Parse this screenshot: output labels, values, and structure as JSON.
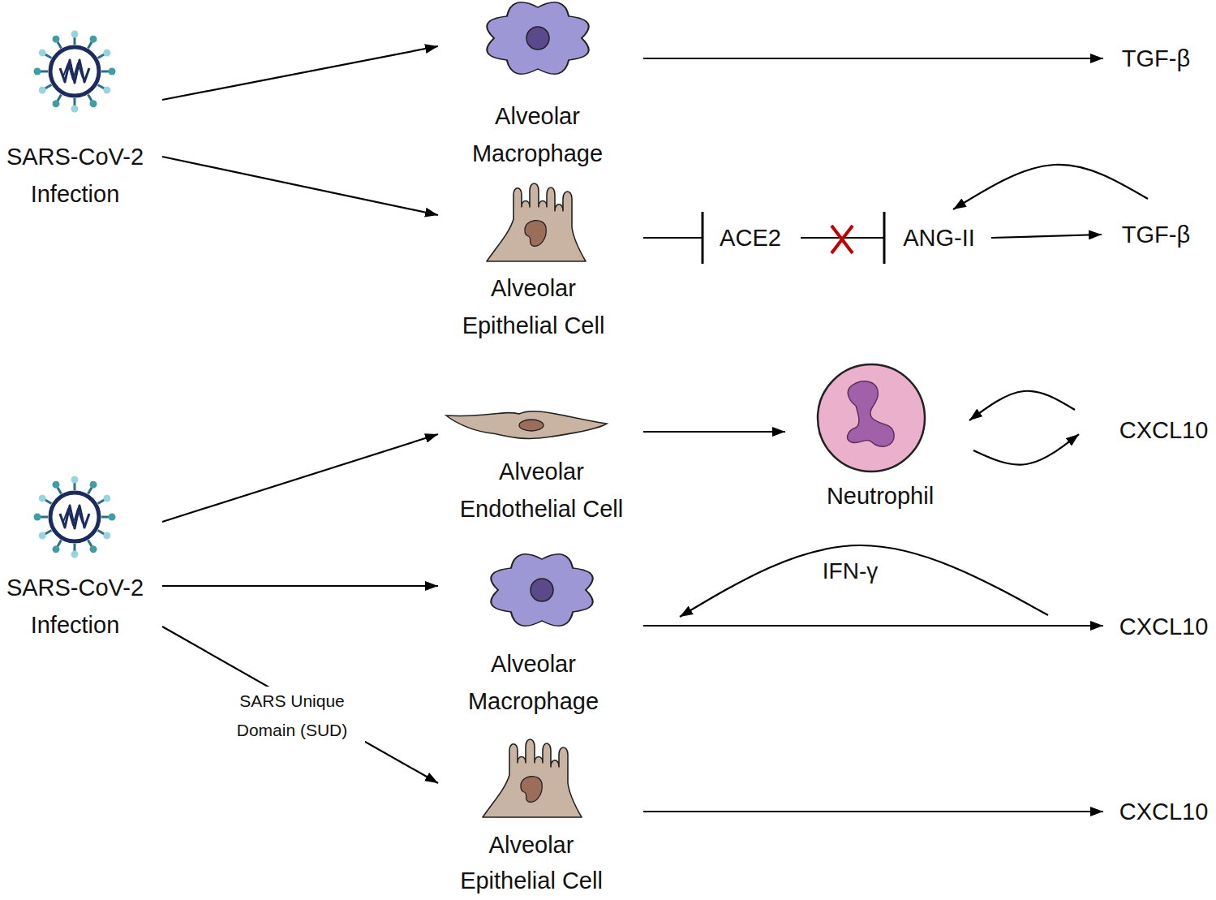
{
  "diagram": {
    "nodes": [
      {
        "text": [
          "SARS-CoV-2 Infection"
        ]
      },
      {
        "text": [
          "Alveolar Macrophage"
        ]
      },
      {
        "text": [
          "TGF-β"
        ]
      },
      {
        "text": [
          "Alveolar Epithelial Cell"
        ]
      },
      {
        "text": [
          "ACE2"
        ]
      },
      {
        "text": [
          "ANG-II"
        ]
      },
      {
        "text": [
          "TGF-β"
        ]
      },
      {
        "text": [
          "SARS-CoV-2 Infection"
        ]
      },
      {
        "text": [
          "Alveolar Endothelial Cell"
        ]
      },
      {
        "text": [
          "Neutrophil"
        ]
      },
      {
        "text": [
          "CXCL10"
        ]
      },
      {
        "text": [
          "Alveolar Macrophage"
        ]
      },
      {
        "text": [
          "CXCL10"
        ]
      },
      {
        "text": [
          "Alveolar Epithelial Cell"
        ]
      },
      {
        "text": [
          "CXCL10"
        ]
      }
    ],
    "edges": [
      {
        "from": 0,
        "to": 1,
        "arrow": "to"
      },
      {
        "from": 0,
        "to": 3,
        "arrow": "to"
      },
      {
        "from": 1,
        "to": 2,
        "arrow": "to"
      },
      {
        "from": 3,
        "to": 4,
        "arrow": "to"
      },
      {
        "from": 4,
        "to": 5,
        "arrow": "to"
      },
      {
        "from": 5,
        "to": 6,
        "arrow": "to"
      },
      {
        "from": 6,
        "to": 5,
        "arrow": "to"
      },
      {
        "from": 7,
        "to": 8,
        "arrow": "to"
      },
      {
        "from": 7,
        "to": 11,
        "arrow": "to"
      },
      {
        "from": 7,
        "to": 13,
        "label": "SARS Unique Domain (SUD)",
        "arrow": "to"
      },
      {
        "from": 8,
        "to": 9,
        "arrow": "to"
      },
      {
        "from": 9,
        "to": 10,
        "arrow": "to"
      },
      {
        "from": 10,
        "to": 9,
        "arrow": "to"
      },
      {
        "from": 11,
        "to": 12,
        "arrow": "to"
      },
      {
        "from": 12,
        "to": 11,
        "label": "IFN-γ",
        "arrow": "to"
      },
      {
        "from": 13,
        "to": 14,
        "arrow": "to"
      }
    ]
  }
}
